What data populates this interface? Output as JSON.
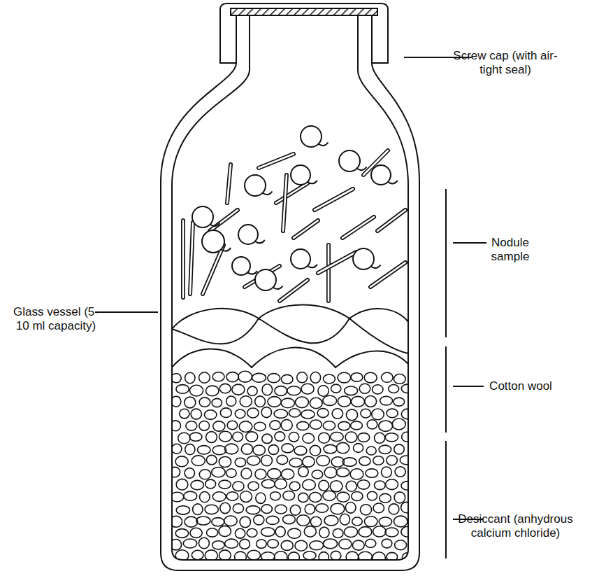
{
  "diagram": {
    "labels": [
      "Screw cap (with air-tight seal)",
      "Nodule sample",
      "Glass vessel (5-10 ml capacity)",
      "Cotton wool",
      "Desiccant (anhydrous calcium chloride)"
    ]
  }
}
